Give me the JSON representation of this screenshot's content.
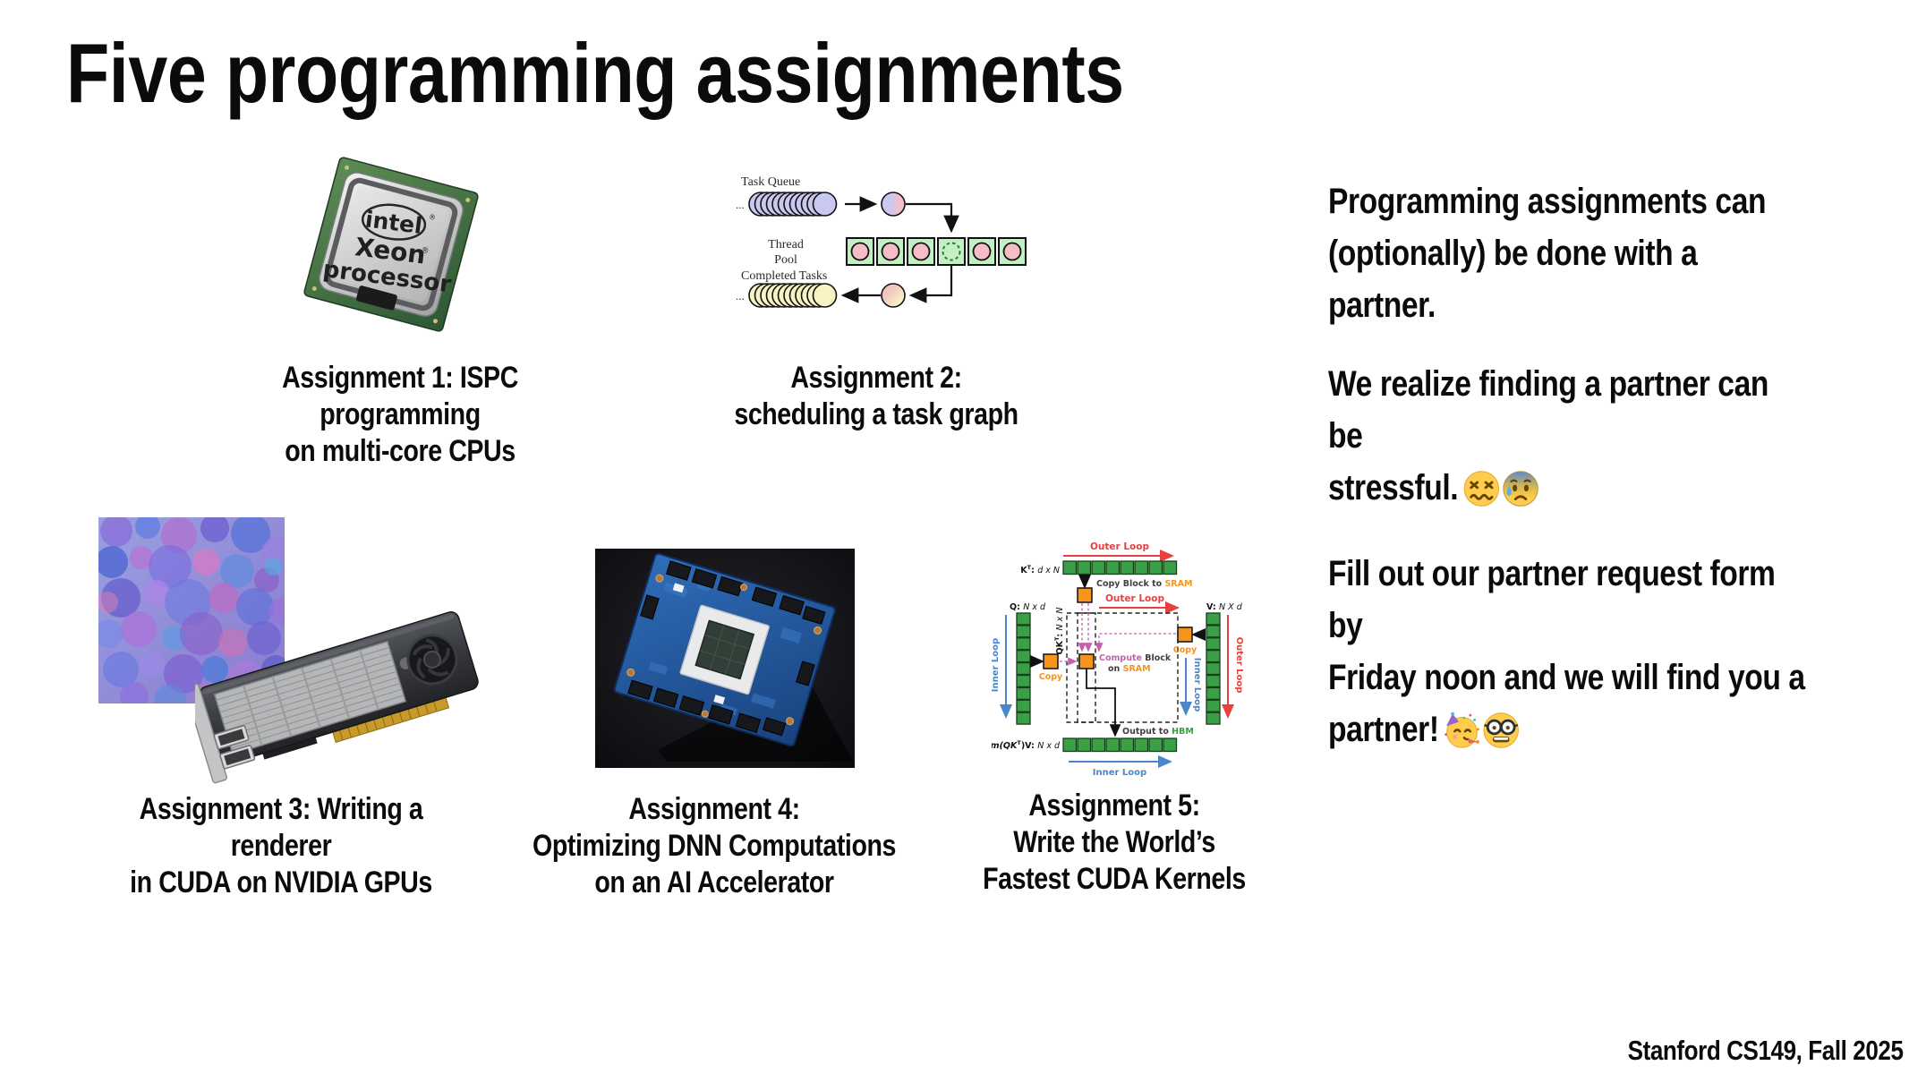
{
  "slide": {
    "title": "Five programming assignments",
    "footer": "Stanford CS149, Fall 2025"
  },
  "captions": {
    "a1": [
      "Assignment 1: ISPC  programming",
      "on multi-core CPUs"
    ],
    "a2": [
      "Assignment 2:",
      "scheduling a task graph"
    ],
    "a3": [
      "Assignment 3: Writing a renderer",
      "in CUDA on NVIDIA GPUs"
    ],
    "a4": [
      "Assignment 4:",
      "Optimizing DNN Computations",
      "on an AI Accelerator"
    ],
    "a5": [
      "Assignment 5:",
      "Write the World’s",
      "Fastest CUDA Kernels"
    ]
  },
  "notes": [
    {
      "lines": [
        "Programming assignments can",
        "(optionally) be done with a partner."
      ],
      "emojis": []
    },
    {
      "lines": [
        "We realize finding a partner can be",
        "stressful."
      ],
      "emojis": [
        "confounded-face",
        "anxious-face-with-sweat"
      ]
    },
    {
      "lines": [
        "Fill out our partner request form by",
        "Friday noon and we will find you a",
        "partner!"
      ],
      "emojis": [
        "partying-face",
        "nerd-face"
      ]
    }
  ],
  "chip": {
    "brand": "intel",
    "reg": "®",
    "xeon": "Xeon",
    "processor": "processor"
  },
  "task_queue_diagram": {
    "task_queue": "Task Queue",
    "thread": "Thread",
    "pool": "Pool",
    "completed_tasks": "Completed Tasks",
    "dots": "...",
    "colors": {
      "queue_circle": "#c9c9ef",
      "pool_square": "#c2efc4",
      "pool_circle": "#f6bdc6",
      "done_circle": "#f7f3c2"
    }
  },
  "flash_diagram": {
    "outer_loop": "Outer Loop",
    "inner_loop": "Inner Loop",
    "k": "K",
    "sup_t": "T",
    "colon": ": ",
    "k_dims": "d x N",
    "copy_block_to": "Copy Block to ",
    "sram": "SRAM",
    "q_label": "Q: ",
    "q_dims": "N x d",
    "qk": "QK",
    "qk_dims": "N x N",
    "compute": "Compute ",
    "block": "Block",
    "on": "on ",
    "v_label": "V: ",
    "v_dims": "N X d",
    "copy": "Copy",
    "output_to": "Output to ",
    "hbm": "HBM",
    "sm_open": "sm(QK",
    "sm_close": ")V: ",
    "sm_dims": "N x d",
    "colors": {
      "green": "#3aa047",
      "orange": "#f7941d",
      "red": "#e8403f",
      "blue": "#4a86c8",
      "pink": "#c75fae"
    }
  }
}
